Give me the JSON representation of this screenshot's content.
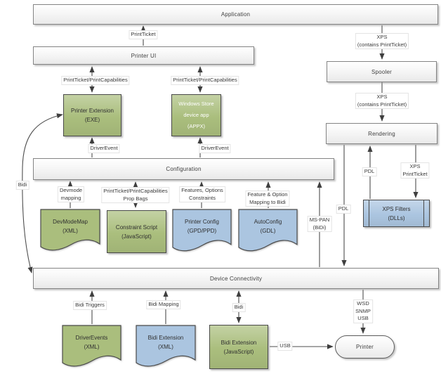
{
  "nodes": {
    "application": "Application",
    "printer_ui": "Printer UI",
    "spooler": "Spooler",
    "rendering": "Rendering",
    "configuration": "Configuration",
    "device_connectivity": "Device Connectivity",
    "printer": "Printer",
    "printer_extension": "Printer Extension\n(EXE)",
    "windows_store_device_app": "Windows Store\ndevice app\n(APPX)",
    "devmodemap": "DevModeMap\n(XML)",
    "constraint_script": "Constraint Script\n(JavaScript)",
    "printer_config": "Printer Config\n(GPD/PPD)",
    "autoconfig": "AutoConfig\n(GDL)",
    "xps_filters": "XPS Filters\n(DLLs)",
    "driverevents": "DriverEvents\n(XML)",
    "bidi_extension_xml": "Bidi Extension\n(XML)",
    "bidi_extension_js": "Bidi Extension\n(JavaScript)"
  },
  "edge_labels": {
    "printticket": "PrintTicket",
    "printticket_printcapabilities_left": "PrintTicket/PrintCapabilities",
    "printticket_printcapabilities_right": "PrintTicket/PrintCapabilities",
    "driverevent_left": "DriverEvent",
    "driverevent_right": "DriverEvent",
    "xps_contains_printticket_upper": "XPS\n(contains PrintTicket)",
    "xps_contains_printticket_lower": "XPS\n(contains PrintTicket)",
    "devmode_mapping": "Devmode\nmapping",
    "printticket_printcapabilities_prop_bags": "PrintTicket/PrintCapabilities\nProp Bags",
    "features_options_constraints": "Features, Options\nConstraints",
    "feature_option_mapping_to_bidi": "Feature & Option\nMapping to Bidi",
    "ms_pan_bidi": "MS-PAN\n(BiDi)",
    "pdl_to_rendering": "PDL",
    "pdl_to_device_connectivity": "PDL",
    "xps_printticket": "XPS\nPrintTicket",
    "bidi_curve": "Bidi",
    "bidi_triggers": "Bidi Triggers",
    "bidi_mapping": "Bidi Mapping",
    "bidi_js": "Bidi",
    "wsd_snmp_usb": "WSD\nSNMP\nUSB",
    "usb": "USB"
  },
  "colors": {
    "node_green": "#aabe7d",
    "node_blue": "#abc5e0",
    "system_box_border": "#848484",
    "shape_border": "#4a4a4a",
    "wire": "#4d4d4d"
  }
}
